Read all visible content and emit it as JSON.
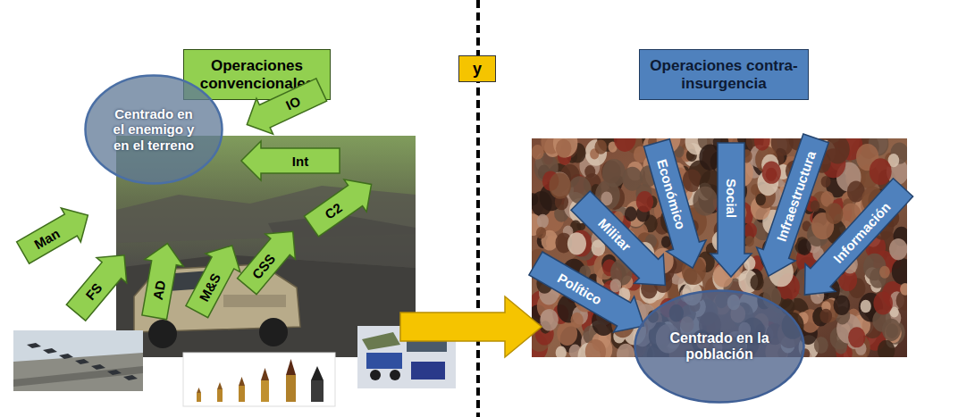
{
  "diagram": {
    "nodes": [
      {
        "text": [
          "Operaciones convencionales"
        ]
      },
      {
        "text": [
          "y"
        ]
      },
      {
        "text": [
          "Operaciones contra-insurgencia"
        ]
      },
      {
        "text": [
          "Centrado en el enemigo y en el terreno"
        ]
      },
      {
        "text": [
          "IO"
        ]
      },
      {
        "text": [
          "Int"
        ]
      },
      {
        "text": [
          "C2"
        ]
      },
      {
        "text": [
          "CSS"
        ]
      },
      {
        "text": [
          "M&S"
        ]
      },
      {
        "text": [
          "AD"
        ]
      },
      {
        "text": [
          "FS"
        ]
      },
      {
        "text": [
          "Man"
        ]
      },
      {
        "text": [
          "Político"
        ]
      },
      {
        "text": [
          "Militar"
        ]
      },
      {
        "text": [
          "Económico"
        ]
      },
      {
        "text": [
          "Social"
        ]
      },
      {
        "text": [
          "Infraestructura"
        ]
      },
      {
        "text": [
          "Información"
        ]
      },
      {
        "text": [
          "Centrado en la población"
        ]
      }
    ]
  }
}
